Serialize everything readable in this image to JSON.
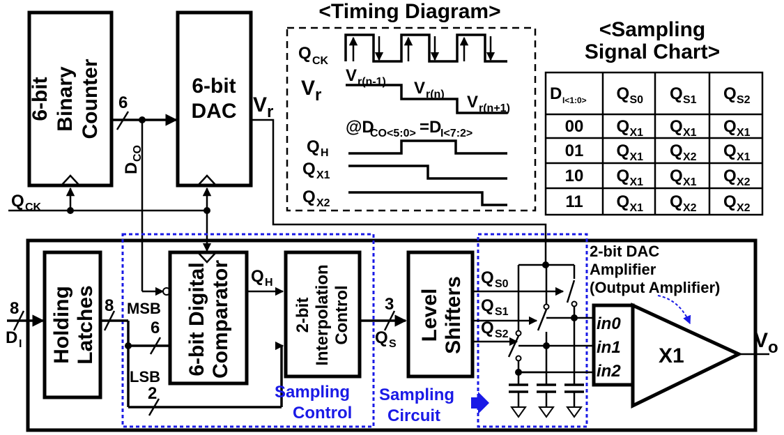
{
  "blocks": {
    "counter": [
      "6-bit",
      "Binary",
      "Counter"
    ],
    "dac": [
      "6-bit",
      "DAC"
    ],
    "holding": [
      "Holding",
      "Latches"
    ],
    "comparator": [
      "6-bit Digital",
      "Comparator"
    ],
    "interp": [
      "2-bit",
      "Interpolation",
      "Control"
    ],
    "level": [
      "Level",
      "Shifters"
    ],
    "amp_gain": "X1"
  },
  "labels": {
    "bus6": "6",
    "d_co": "D",
    "d_co_sub": "CO",
    "v_r": "V",
    "v_r_sub": "r",
    "q_ck": "Q",
    "q_ck_sub": "CK",
    "bus8_in": "8",
    "d_i": "D",
    "d_i_sub": "I",
    "bus8_latch": "8",
    "msb": "MSB",
    "bus6b": "6",
    "lsb": "LSB",
    "bus2": "2",
    "q_h": "Q",
    "q_h_sub": "H",
    "bus3": "3",
    "q_s": "Q",
    "q_s_sub": "S",
    "qs0": "Q",
    "qs0_sub": "S0",
    "qs1": "Q",
    "qs1_sub": "S1",
    "qs2": "Q",
    "qs2_sub": "S2",
    "amp_title": [
      "2-bit DAC",
      "Amplifier",
      "(Output Amplifier)"
    ],
    "in0": "in0",
    "in1": "in1",
    "in2": "in2",
    "v_o": "V",
    "v_o_sub": "o",
    "sampling_control": [
      "Sampling",
      "Control"
    ],
    "sampling_circuit": [
      "Sampling",
      "Circuit"
    ]
  },
  "timing": {
    "title": "<Timing Diagram>",
    "q_ck": "Q",
    "q_ck_sub": "CK",
    "v_r": "V",
    "v_r_sub": "r",
    "vr_n_minus": "V",
    "vr_n_minus_sub": "r(n-1)",
    "vr_n": "V",
    "vr_n_sub": "r(n)",
    "vr_n_plus": "V",
    "vr_n_plus_sub": "r(n+1)",
    "cond_a": "@D",
    "cond_a_sub": "CO<5:0>",
    "cond_b": "=D",
    "cond_b_sub": "I<7:2>",
    "q_h": "Q",
    "q_h_sub": "H",
    "q_x1": "Q",
    "q_x1_sub": "X1",
    "q_x2": "Q",
    "q_x2_sub": "X2"
  },
  "chart": {
    "title": [
      "<Sampling",
      "Signal Chart>"
    ],
    "header_main": "D",
    "header_sub": "I<1:0>",
    "header_cols": [
      {
        "main": "Q",
        "sub": "S0"
      },
      {
        "main": "Q",
        "sub": "S1"
      },
      {
        "main": "Q",
        "sub": "S2"
      }
    ],
    "rows": [
      {
        "code": "00",
        "cells": [
          {
            "main": "Q",
            "sub": "X1"
          },
          {
            "main": "Q",
            "sub": "X1"
          },
          {
            "main": "Q",
            "sub": "X1"
          }
        ]
      },
      {
        "code": "01",
        "cells": [
          {
            "main": "Q",
            "sub": "X1"
          },
          {
            "main": "Q",
            "sub": "X2"
          },
          {
            "main": "Q",
            "sub": "X1"
          }
        ]
      },
      {
        "code": "10",
        "cells": [
          {
            "main": "Q",
            "sub": "X1"
          },
          {
            "main": "Q",
            "sub": "X1"
          },
          {
            "main": "Q",
            "sub": "X2"
          }
        ]
      },
      {
        "code": "11",
        "cells": [
          {
            "main": "Q",
            "sub": "X1"
          },
          {
            "main": "Q",
            "sub": "X2"
          },
          {
            "main": "Q",
            "sub": "X2"
          }
        ]
      }
    ]
  }
}
